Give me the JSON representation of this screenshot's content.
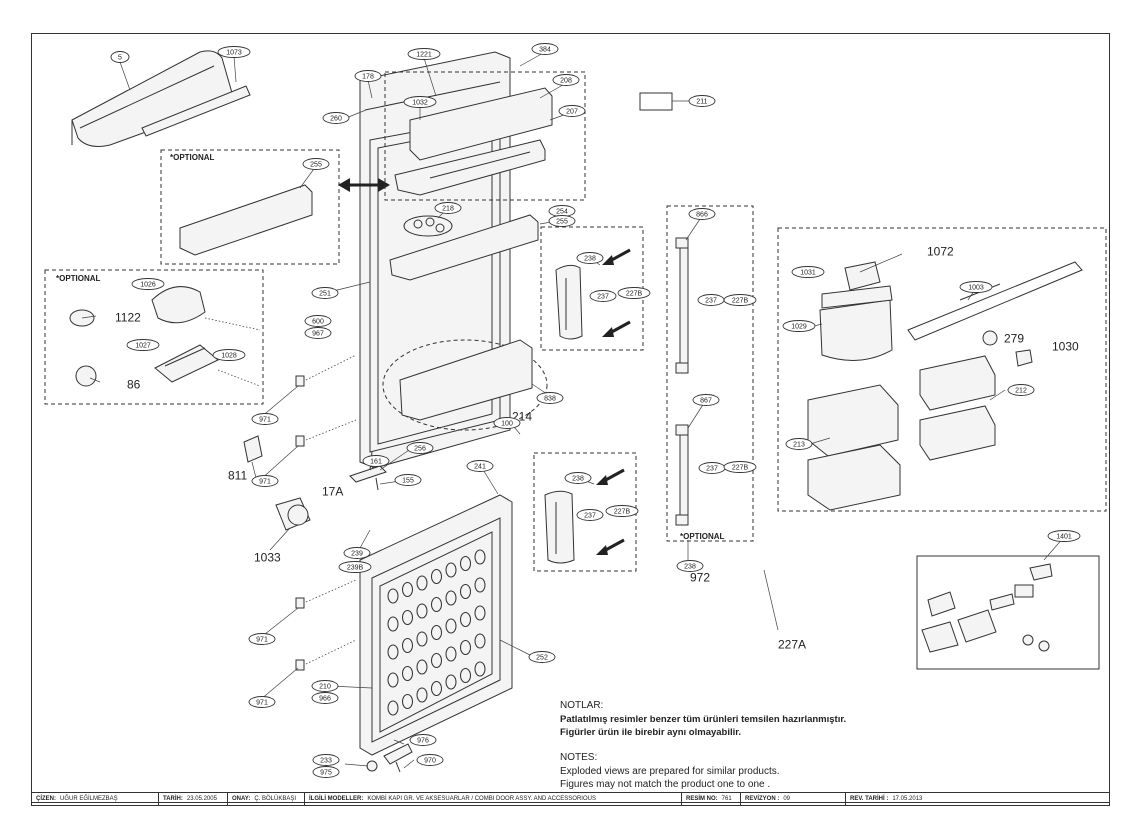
{
  "notes": {
    "heading_tr": "NOTLAR:",
    "tr_line1": "Patlatılmış  resimler benzer tüm ürünleri temsilen  hazırlanmıştır.",
    "tr_line2": "Figürler ürün ile birebir aynı olmayabilir.",
    "heading_en": "NOTES:",
    "en_line1": "Exploded views are prepared for similar products.",
    "en_line2": "Figures  may not match the product one to one ."
  },
  "optional_labels": {
    "box_shelf": "*OPTIONAL",
    "box_dispenser": "*OPTIONAL",
    "box_handles": "*OPTIONAL"
  },
  "part_numbers": {
    "p5": "5",
    "p1073": "1073",
    "p1221": "1221",
    "p384": "384",
    "p211": "211",
    "p178": "178",
    "p260": "260",
    "p1032": "1032",
    "p208": "208",
    "p207": "207",
    "p255a": "255",
    "p218": "218",
    "p254": "254",
    "p255b": "255",
    "p251": "251",
    "p600": "600",
    "p967": "967",
    "p971a": "971",
    "p971b": "971",
    "p971c": "971",
    "p971d": "971",
    "p811": "811",
    "p1026": "1026",
    "p1122": "1122",
    "p1027": "1027",
    "p1028": "1028",
    "p86": "86",
    "p238a": "238",
    "p237a": "237",
    "p227Ba": "227B",
    "p838": "838",
    "p214": "214",
    "p100": "100",
    "p161": "161",
    "p256": "256",
    "p17A": "17A",
    "p155": "155",
    "p1033": "1033",
    "p241": "241",
    "p238b": "238",
    "p237b": "237",
    "p227Bb": "227B",
    "p239": "239",
    "p239B": "239B",
    "p252": "252",
    "p210": "210",
    "p966": "966",
    "p233": "233",
    "p975": "975",
    "p976": "976",
    "p970": "970",
    "p866": "866",
    "p237c": "237",
    "p227Bc": "227B",
    "p867": "867",
    "p237d": "237",
    "p227Bd": "227B",
    "p238c": "238",
    "p972": "972",
    "p227A": "227A",
    "p1031": "1031",
    "p1072": "1072",
    "p1003": "1003",
    "p1029": "1029",
    "p279": "279",
    "p1030": "1030",
    "p212": "212",
    "p213": "213",
    "p1401": "1401"
  },
  "title_block": {
    "drawn_label": "ÇİZEN:",
    "drawn_value": "UĞUR EĞİLMEZBAŞ",
    "date_label": "TARİH:",
    "date_value": "23.05.2005",
    "approved_label": "ONAY:",
    "approved_value": "Ç. BÖLÜKBAŞI",
    "models_label": "İLGİLİ MODELLER:",
    "models_value": "KOMBİ KAPI GR. VE AKSESUARLAR / COMBI DOOR ASSY. AND ACCESSORIOUS",
    "drawing_no_label": "RESİM NO:",
    "drawing_no_value": "761",
    "revision_label": "REVİZYON :",
    "revision_value": "09",
    "rev_date_label": "REV. TARİHİ :",
    "rev_date_value": "17.05.2013"
  }
}
